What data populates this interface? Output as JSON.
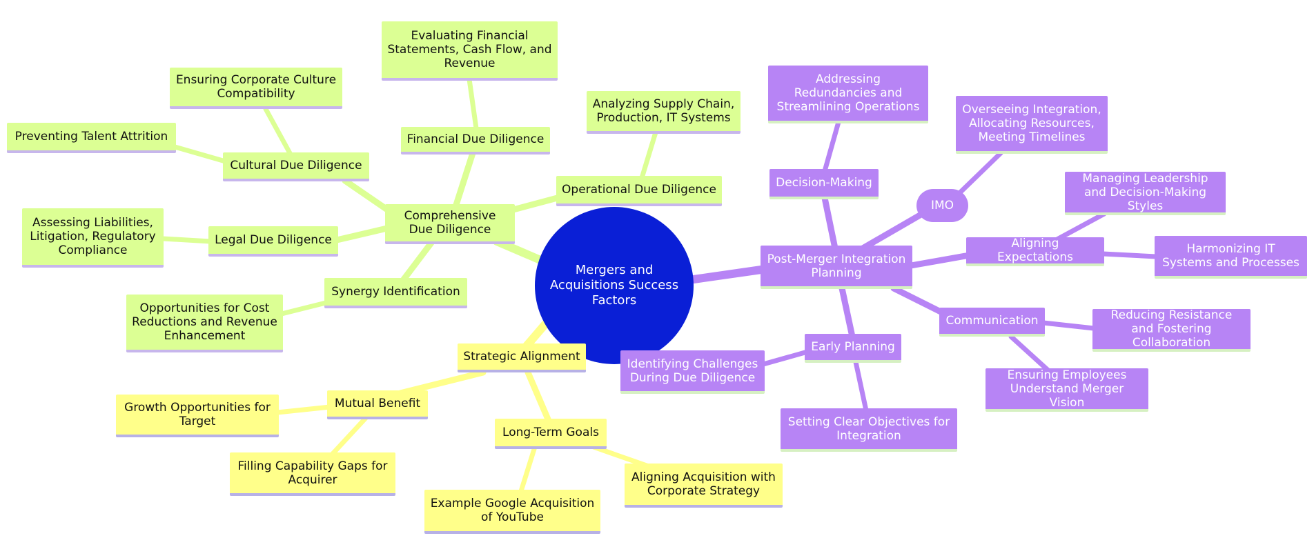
{
  "root": {
    "label": "Mergers and Acquisitions Success Factors"
  },
  "colors": {
    "root": "#0a1fd6",
    "due_diligence_branch": "#dcff94",
    "strategic_branch": "#ffff8a",
    "integration_branch": "#b784f5"
  },
  "due_diligence": {
    "label": "Comprehensive Due Diligence",
    "financial": {
      "label": "Financial Due Diligence",
      "detail": "Evaluating Financial Statements, Cash Flow, and Revenue"
    },
    "operational": {
      "label": "Operational Due Diligence",
      "detail": "Analyzing Supply Chain, Production, IT Systems"
    },
    "cultural": {
      "label": "Cultural Due Diligence",
      "detail_culture": "Ensuring Corporate Culture Compatibility",
      "detail_talent": "Preventing Talent Attrition"
    },
    "legal": {
      "label": "Legal Due Diligence",
      "detail": "Assessing Liabilities, Litigation, Regulatory Compliance"
    },
    "synergy": {
      "label": "Synergy Identification",
      "detail": "Opportunities for Cost Reductions and Revenue Enhancement"
    }
  },
  "strategic": {
    "label": "Strategic Alignment",
    "mutual": {
      "label": "Mutual Benefit",
      "detail_growth": "Growth Opportunities for Target",
      "detail_gaps": "Filling Capability Gaps for Acquirer"
    },
    "longterm": {
      "label": "Long-Term Goals",
      "detail_example": "Example Google Acquisition of YouTube",
      "detail_align": "Aligning Acquisition with Corporate Strategy"
    }
  },
  "integration": {
    "label": "Post-Merger Integration Planning",
    "decision": {
      "label": "Decision-Making",
      "detail": "Addressing Redundancies and Streamlining Operations"
    },
    "imo": {
      "label": "IMO",
      "detail": "Overseeing Integration, Allocating Resources, Meeting Timelines"
    },
    "expectations": {
      "label": "Aligning Expectations",
      "detail_leadership": "Managing Leadership and Decision-Making Styles",
      "detail_it": "Harmonizing IT Systems and Processes"
    },
    "communication": {
      "label": "Communication",
      "detail_resistance": "Reducing Resistance and Fostering Collaboration",
      "detail_vision": "Ensuring Employees Understand Merger Vision"
    },
    "early": {
      "label": "Early Planning",
      "detail_challenges": "Identifying Challenges During Due Diligence",
      "detail_objectives": "Setting Clear Objectives for Integration"
    }
  }
}
